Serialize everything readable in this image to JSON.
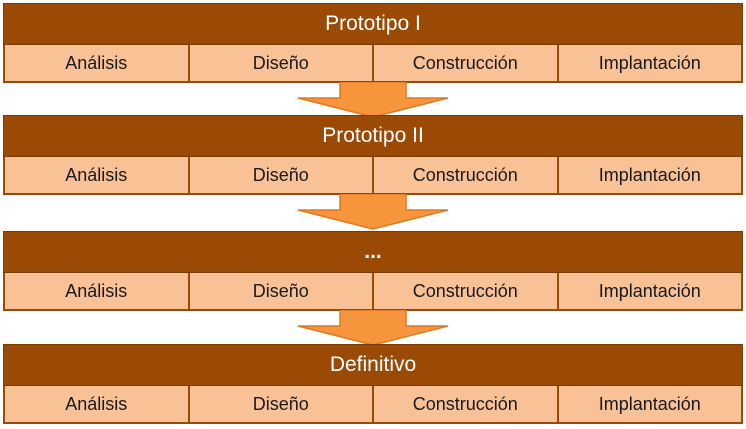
{
  "colors": {
    "header_bg": "#9b4a05",
    "phase_bg": "#f9c196",
    "arrow_fill": "#f7953c",
    "arrow_stroke": "#e07a20"
  },
  "stages": [
    {
      "title": "Prototipo I",
      "phases": [
        "Análisis",
        "Diseño",
        "Construcción",
        "Implantación"
      ]
    },
    {
      "title": "Prototipo II",
      "phases": [
        "Análisis",
        "Diseño",
        "Construcción",
        "Implantación"
      ]
    },
    {
      "title": "...",
      "phases": [
        "Análisis",
        "Diseño",
        "Construcción",
        "Implantación"
      ]
    },
    {
      "title": "Definitivo",
      "phases": [
        "Análisis",
        "Diseño",
        "Construcción",
        "Implantación"
      ]
    }
  ]
}
